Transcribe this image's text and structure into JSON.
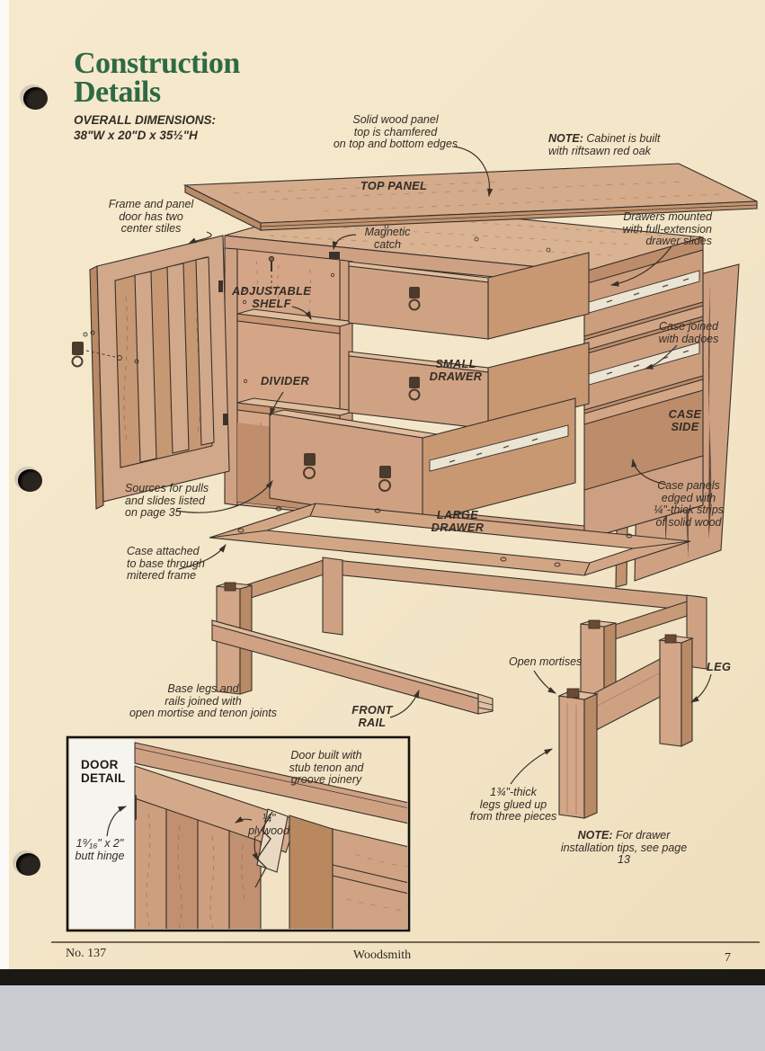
{
  "page": {
    "title": "Construction\nDetails",
    "overall_dimensions_label": "OVERALL DIMENSIONS:",
    "overall_dimensions_value": "38\"W x 20\"D x 35½\"H",
    "footer": {
      "issue_number": "No. 137",
      "magazine_name": "Woodsmith",
      "page_number": "7"
    }
  },
  "notes": {
    "materials_prefix": "NOTE:",
    "materials_text": " Cabinet is built\nwith riftsawn red oak",
    "drawer_tips_prefix": "NOTE:",
    "drawer_tips_text": " For drawer\ninstallation tips, see page 13"
  },
  "part_labels": {
    "top_panel": "TOP PANEL",
    "adjustable_shelf": "ADJUSTABLE\nSHELF",
    "divider": "DIVIDER",
    "small_drawer": "SMALL\nDRAWER",
    "large_drawer": "LARGE\nDRAWER",
    "case_side": "CASE\nSIDE",
    "front_rail": "FRONT\nRAIL",
    "leg": "LEG"
  },
  "callouts": {
    "top_panel_chamfer": "Solid wood panel\ntop is chamfered\non top and bottom edges",
    "door_stiles": "Frame and panel\ndoor has two\ncenter stiles",
    "magnetic_catch": "Magnetic\ncatch",
    "drawer_slides": "Drawers mounted\nwith full-extension\ndrawer slides",
    "case_dadoes": "Case joined\nwith dadoes",
    "pull_sources": "Sources for pulls\nand slides listed\non page 35",
    "case_edging": "Case panels\nedged with\n¼\"-thick strips\nof solid wood",
    "case_base_attach": "Case attached\nto base through\nmitered frame",
    "base_joinery": "Base legs and\nrails joined with\nopen mortise and tenon joints",
    "open_mortises": "Open mortises",
    "leg_lamination": "1¾\"-thick\nlegs glued up\nfrom three pieces"
  },
  "door_detail_inset": {
    "title": "DOOR\nDETAIL",
    "hinge": "1⁹⁄₁₆\" x 2\"\nbutt hinge",
    "joinery": "Door built with\nstub tenon and\ngroove joinery",
    "plywood": "¼\"\nplywood"
  },
  "colors": {
    "paper": "#f3e5c7",
    "title_green": "#2e6a45",
    "ink": "#332d26",
    "outline": "#38312a",
    "wood": "#cfa183",
    "wood_light": "#dcb896",
    "wood_dark": "#b98a66",
    "wood_shadow": "#c09070",
    "slide_white": "#ece4d2",
    "inset_label_bg": "#f6f4ef"
  }
}
